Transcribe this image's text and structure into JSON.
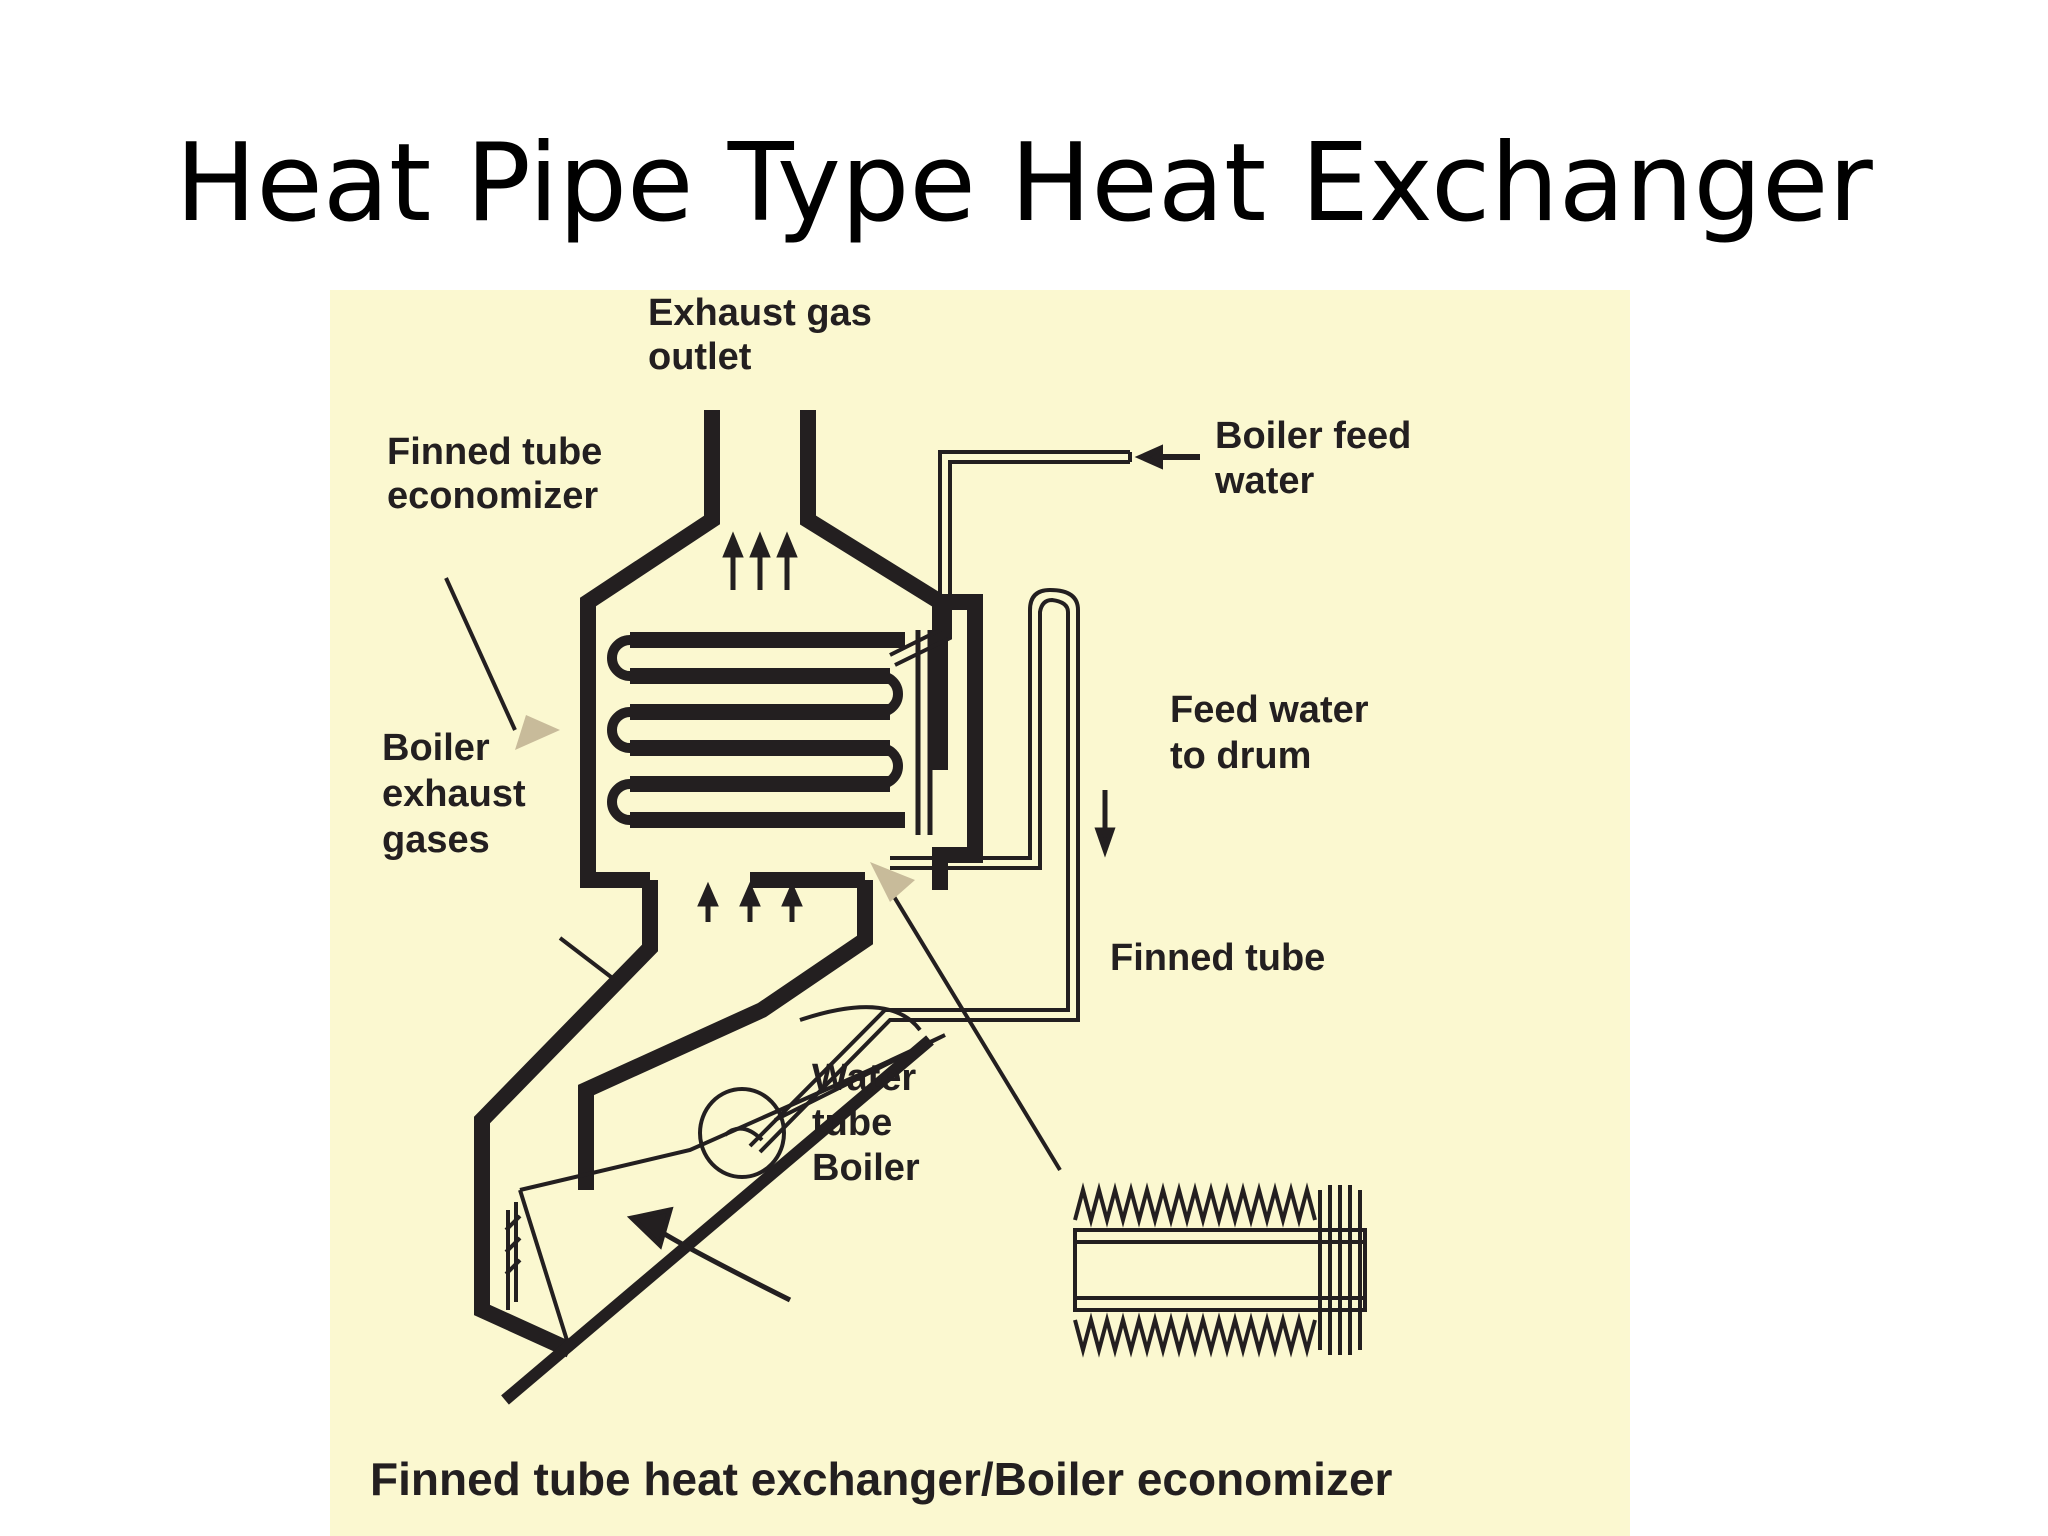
{
  "slide": {
    "title": "Heat Pipe Type Heat Exchanger"
  },
  "diagram": {
    "background_color": "#fbf8d0",
    "ink_color": "#231f20",
    "pointer_color": "#c8bb9a",
    "labels": {
      "exhaust_outlet": [
        "Exhaust gas",
        "outlet"
      ],
      "finned_economizer": [
        "Finned tube",
        "economizer"
      ],
      "boiler_feed_water": [
        "Boiler feed",
        "water"
      ],
      "boiler_exhaust": [
        "Boiler",
        "exhaust",
        "gases"
      ],
      "feed_water_drum": [
        "Feed water",
        "to drum"
      ],
      "finned_tube": "Finned tube",
      "water_tube_boiler": [
        "Water",
        "tube",
        "Boiler"
      ]
    },
    "caption": "Finned tube heat exchanger/Boiler economizer"
  }
}
